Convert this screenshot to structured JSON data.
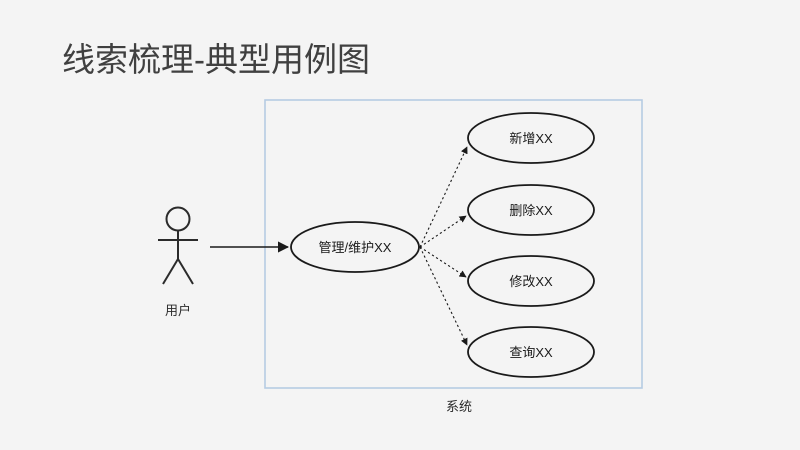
{
  "slide": {
    "title": "线索梳理-典型用例图",
    "background_color": "#f4f4f4",
    "title_color": "#404040"
  },
  "diagram": {
    "type": "uml-use-case-diagram",
    "actor": {
      "name": "用户",
      "icon": "stick-figure-actor-icon"
    },
    "system_boundary": {
      "label": "系统",
      "border_color": "#b5cbe3",
      "fill": "none"
    },
    "central_use_case": {
      "label": "管理/维护XX"
    },
    "use_cases": [
      {
        "label": "新增XX"
      },
      {
        "label": "删除XX"
      },
      {
        "label": "修改XX"
      },
      {
        "label": "查询XX"
      }
    ],
    "associations": [
      {
        "from": "用户",
        "to": "管理/维护XX",
        "style": "solid",
        "arrow": "filled-triangle"
      }
    ],
    "extend_relations": [
      {
        "from": "管理/维护XX",
        "to": "新增XX",
        "style": "dotted",
        "arrow": "filled-triangle"
      },
      {
        "from": "管理/维护XX",
        "to": "删除XX",
        "style": "dotted",
        "arrow": "filled-triangle"
      },
      {
        "from": "管理/维护XX",
        "to": "修改XX",
        "style": "dotted",
        "arrow": "filled-triangle"
      },
      {
        "from": "管理/维护XX",
        "to": "查询XX",
        "style": "dotted",
        "arrow": "filled-triangle"
      }
    ]
  }
}
